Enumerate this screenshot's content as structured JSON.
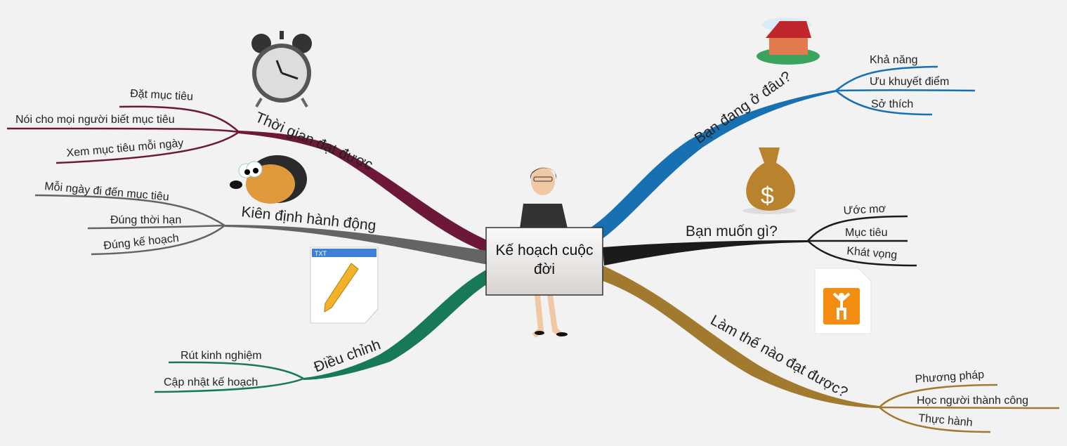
{
  "center": {
    "line1": "Kế hoạch cuộc",
    "line2": "đời"
  },
  "colors": {
    "time": "#6d1839",
    "action": "#646464",
    "adjust": "#17795a",
    "where": "#1670b2",
    "want": "#1b1b1b",
    "how": "#a27a2f"
  },
  "branches": {
    "time": {
      "label": "Thời gian đạt được",
      "icon": "alarm-clock-icon",
      "items": [
        "Đặt mục tiêu",
        "Nói cho mọi người biết mục tiêu",
        "Xem mục tiêu mỗi ngày"
      ]
    },
    "action": {
      "label": "Kiên định hành động",
      "icon": "hedgehog-icon",
      "items": [
        "Mỗi ngày đi đến mục tiêu",
        "Đúng thời hạn",
        "Đúng kế hoạch"
      ]
    },
    "adjust": {
      "label": "Điều chỉnh",
      "icon": "txt-pencil-icon",
      "icon_text": "TXT",
      "items": [
        "Rút kinh nghiệm",
        "Cập nhật kế hoạch"
      ]
    },
    "where": {
      "label": "Bạn đang ở đâu?",
      "icon": "house-icon",
      "items": [
        "Khả năng",
        "Ưu khuyết điểm",
        "Sở thích"
      ]
    },
    "want": {
      "label": "Bạn muốn gì?",
      "icon": "money-bag-icon",
      "items": [
        "Ước mơ",
        "Mục tiêu",
        "Khát vọng"
      ]
    },
    "how": {
      "label": "Làm thế nào đạt được?",
      "icon": "person-file-icon",
      "items": [
        "Phương pháp",
        "Học người thành công",
        "Thực hành"
      ]
    }
  }
}
